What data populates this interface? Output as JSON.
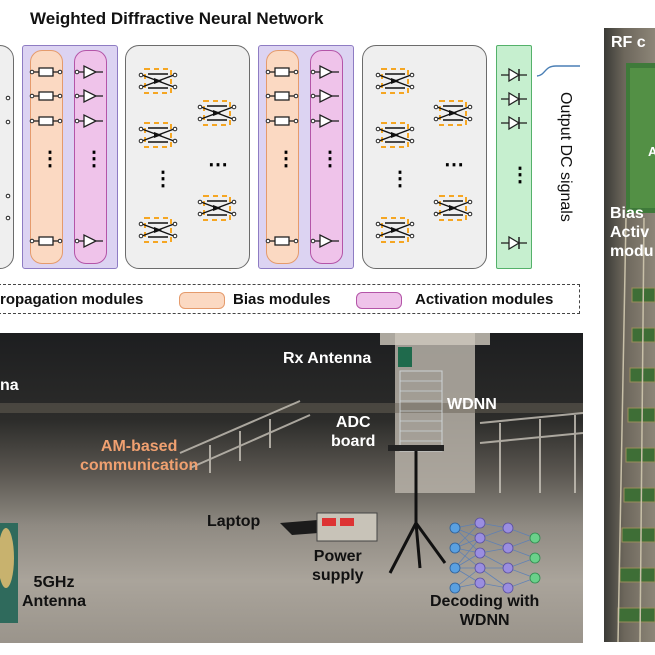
{
  "diagram": {
    "title": "Weighted Diffractive Neural Network",
    "output_label": "Output DC signals",
    "legend": {
      "propagation": "ropagation modules",
      "bias": "Bias modules",
      "activation": "Activation modules"
    },
    "colors": {
      "propagation": "#efefef",
      "bias": "#fbd9c2",
      "activation": "#efc3ea",
      "bias_group": "#dcd3f2",
      "output": "#c6efcf",
      "meta_atom_accent": "#f5a623"
    },
    "ellipsis": "⋮",
    "ellipsis_h": "⋯"
  },
  "photo": {
    "labels": {
      "rx_antenna": "Rx Antenna",
      "tx_partial": "na",
      "adc_board": "ADC\nboard",
      "wdnn": "WDNN",
      "am_comm": "AM-based\ncommunication",
      "laptop": "Laptop",
      "power_supply": "Power\nsupply",
      "antenna_5ghz": "5GHz\nAntenna",
      "decoding": "Decoding with\nWDNN"
    }
  },
  "side_photo": {
    "labels": {
      "rf_c": "RF c",
      "bias_act": "Bias\nActiv\nmodu",
      "a_label": "A"
    }
  }
}
